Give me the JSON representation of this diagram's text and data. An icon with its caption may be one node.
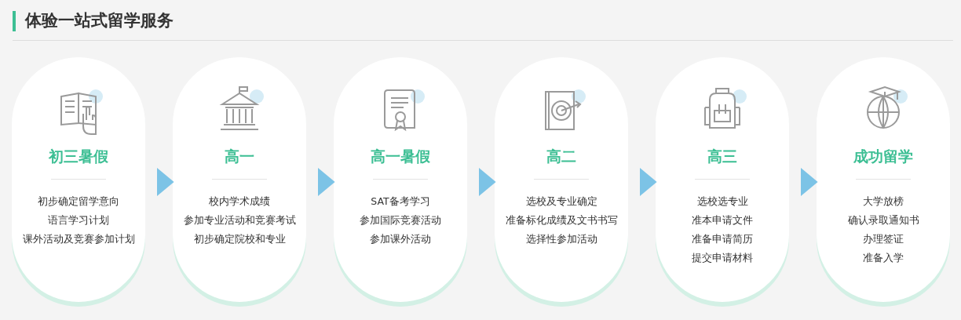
{
  "diagram": {
    "title": "体验一站式留学服务",
    "nodes": [
      {
        "text": [
          "初三暑假",
          "初步确定留学意向",
          "语言学习计划",
          "课外活动及竞赛参加计划"
        ]
      },
      {
        "text": [
          "高一",
          "校内学术成绩",
          "参加专业活动和竞赛考试",
          "初步确定院校和专业"
        ]
      },
      {
        "text": [
          "高一暑假",
          "SAT备考学习",
          "参加国际竞赛活动",
          "参加课外活动"
        ]
      },
      {
        "text": [
          "高二",
          "选校及专业确定",
          "准备标化成绩及文书书写",
          "选择性参加活动"
        ]
      },
      {
        "text": [
          "高三",
          "选校选专业",
          "准本申请文件",
          "准备申请简历",
          "提交申请材料"
        ]
      },
      {
        "text": [
          "成功留学",
          "大学放榜",
          "确认录取通知书",
          "办理签证",
          "准备入学"
        ]
      }
    ],
    "edges": [
      {
        "from": 0,
        "to": 1,
        "arrow": "to"
      },
      {
        "from": 1,
        "to": 2,
        "arrow": "to"
      },
      {
        "from": 2,
        "to": 3,
        "arrow": "to"
      },
      {
        "from": 3,
        "to": 4,
        "arrow": "to"
      },
      {
        "from": 4,
        "to": 5,
        "arrow": "to"
      }
    ]
  }
}
